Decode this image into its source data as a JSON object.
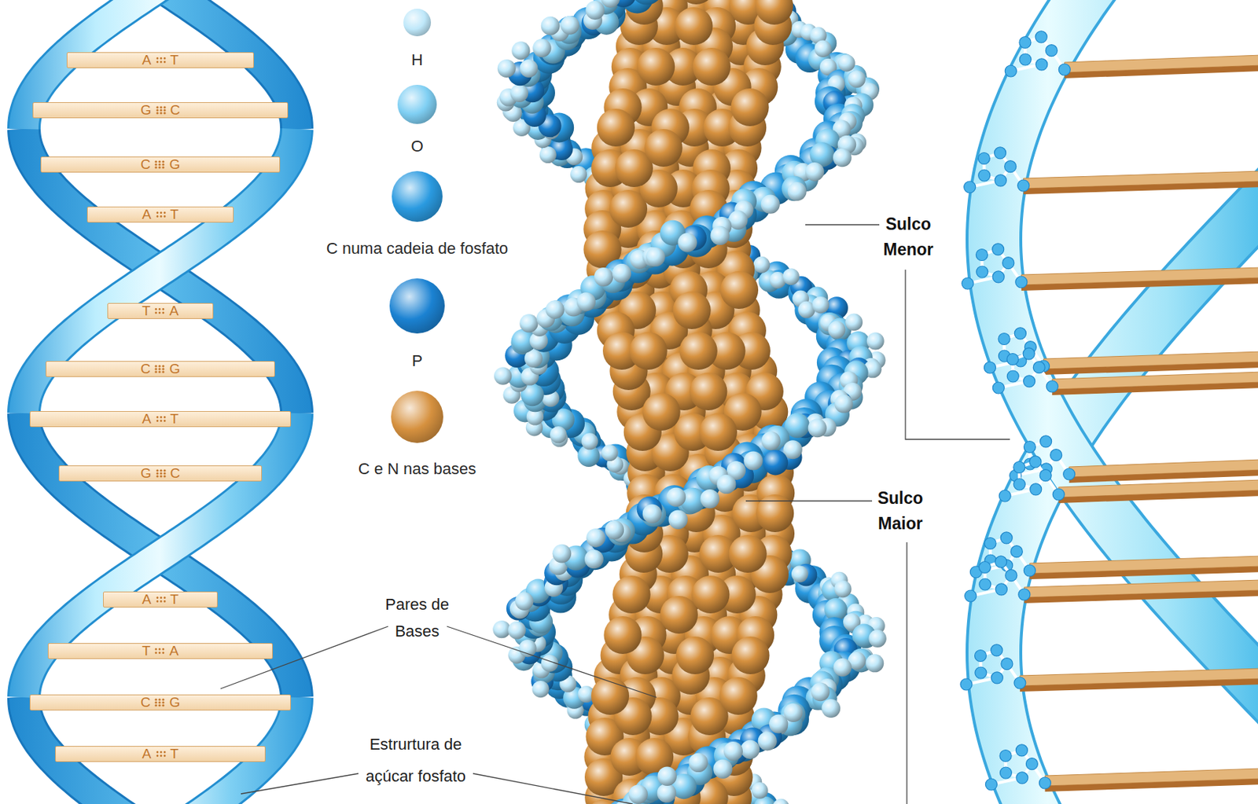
{
  "diagram": {
    "nodes": [
      {
        "text": [
          "A",
          "T"
        ]
      },
      {
        "text": [
          "G",
          "C"
        ]
      },
      {
        "text": [
          "C",
          "G"
        ]
      },
      {
        "text": [
          "A",
          "T"
        ]
      },
      {
        "text": [
          "T",
          "A"
        ]
      },
      {
        "text": [
          "C",
          "G"
        ]
      },
      {
        "text": [
          "A",
          "T"
        ]
      },
      {
        "text": [
          "G",
          "C"
        ]
      },
      {
        "text": [
          "A",
          "T"
        ]
      },
      {
        "text": [
          "T",
          "A"
        ]
      },
      {
        "text": [
          "C",
          "G"
        ]
      },
      {
        "text": [
          "A",
          "T"
        ]
      }
    ],
    "labels": [
      "Sulco Menor",
      "Sulco Maior",
      "Pares de Bases",
      "Estrurtura de açúcar fosfato"
    ],
    "legend": [
      {
        "text": "H",
        "color": "#bfe8fa"
      },
      {
        "text": "O",
        "color": "#7fcff3"
      },
      {
        "text": "C numa cadeia de fosfato",
        "color": "#2a9ae0"
      },
      {
        "text": "P",
        "color": "#1b82d2"
      },
      {
        "text": "C e N nas bases",
        "color": "#d6913f"
      }
    ]
  }
}
